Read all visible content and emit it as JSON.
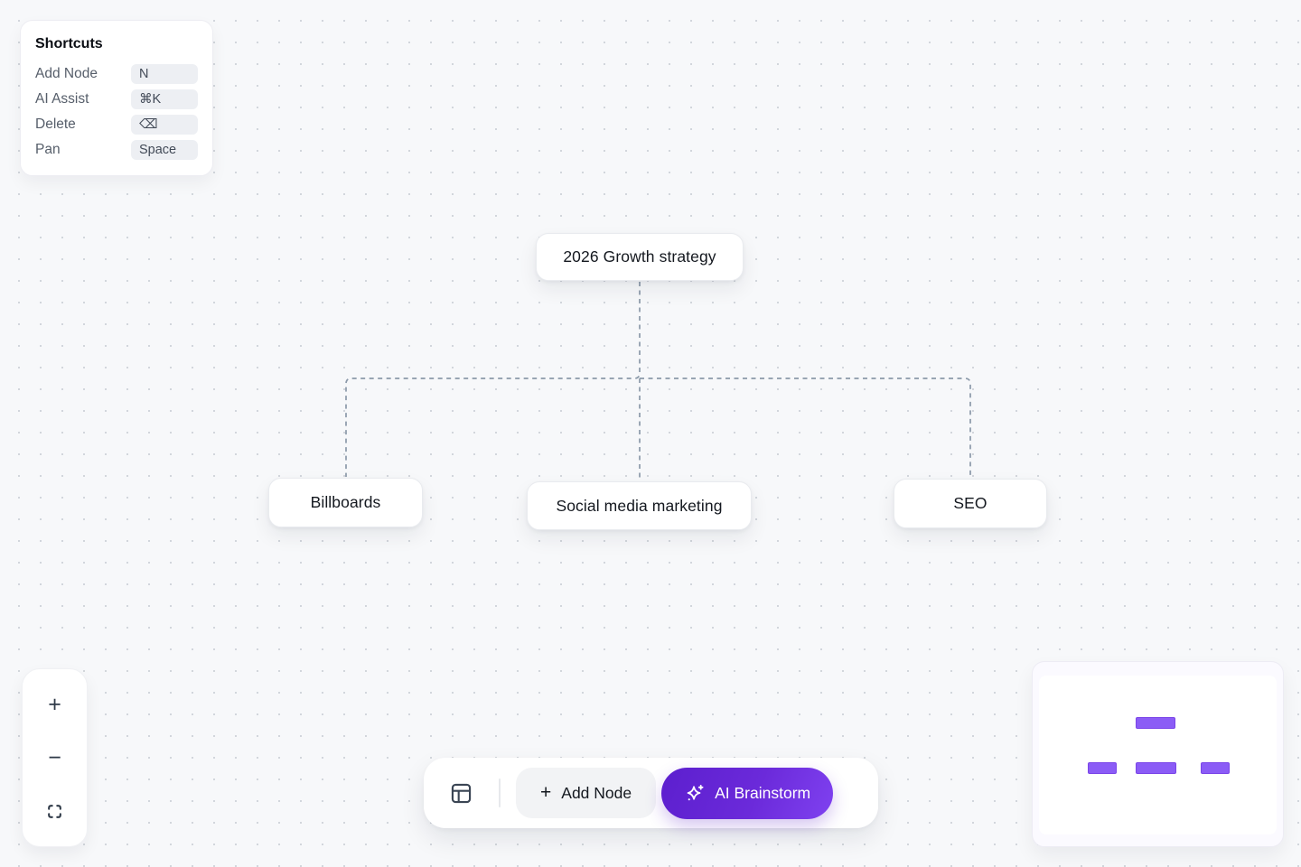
{
  "shortcuts_panel": {
    "title": "Shortcuts",
    "items": [
      {
        "label": "Add Node",
        "key": "N"
      },
      {
        "label": "AI Assist",
        "key": "⌘K"
      },
      {
        "label": "Delete",
        "key": "⌫"
      },
      {
        "label": "Pan",
        "key": "Space"
      }
    ]
  },
  "mindmap": {
    "root": {
      "label": "2026 Growth strategy"
    },
    "children": [
      {
        "label": "Billboards"
      },
      {
        "label": "Social media marketing"
      },
      {
        "label": "SEO"
      }
    ]
  },
  "zoom_controls": {
    "zoom_in": "+",
    "zoom_out": "−"
  },
  "toolbar": {
    "add_node": {
      "plus": "+",
      "label": "Add Node"
    },
    "ai_brainstorm": {
      "label": "AI Brainstorm"
    }
  },
  "minimap": {
    "nodes": [
      "root",
      "billboards",
      "social-media-marketing",
      "seo"
    ],
    "node_color": "#8b5cf6"
  },
  "colors": {
    "background": "#f7f8fa",
    "dot_grid": "#d2d6dc",
    "connector": "#8b99a9",
    "node_border": "#e9ebef",
    "ai_button_gradient_start": "#5c1fce",
    "ai_button_gradient_end": "#7f41f0",
    "minimap_node": "#8b5cf6"
  }
}
